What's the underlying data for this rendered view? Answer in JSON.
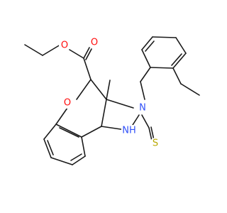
{
  "molecule": {
    "atoms": {
      "O1": "O",
      "O2": "O",
      "O3": "O",
      "N1": "N",
      "NH": "NH",
      "S": "S"
    },
    "colors": {
      "bond": "#1a1a1a",
      "oxygen": "#ff0d0d",
      "nitrogen": "#3050f8",
      "sulfur": "#b8a800"
    }
  }
}
